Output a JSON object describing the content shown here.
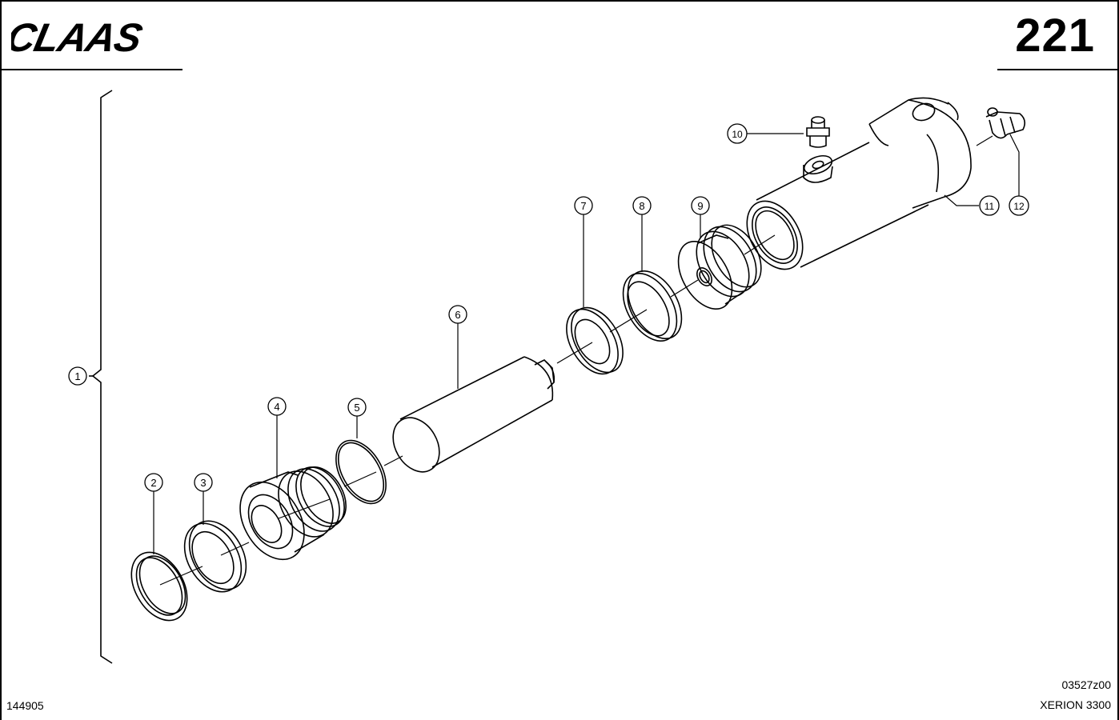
{
  "header": {
    "brand": "CLAAS",
    "page_number": "221"
  },
  "footer": {
    "left_code": "144905",
    "drawing_code": "03527z00",
    "model": "XERION 3300"
  },
  "callouts": {
    "c1": "1",
    "c2": "2",
    "c3": "3",
    "c4": "4",
    "c5": "5",
    "c6": "6",
    "c7": "7",
    "c8": "8",
    "c9": "9",
    "c10": "10",
    "c11": "11",
    "c12": "12"
  }
}
